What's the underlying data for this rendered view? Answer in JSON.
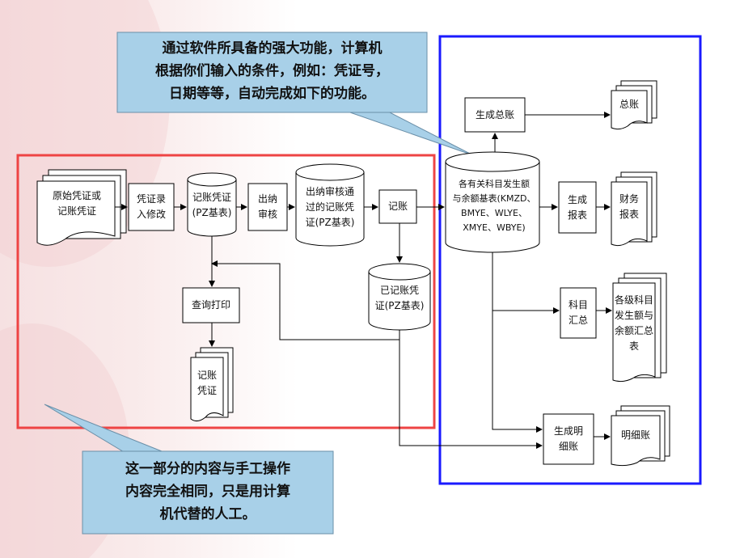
{
  "callout_top": "通过软件所具备的强大功能，计算机\n根据你们输入的条件，例如：凭证号，\n日期等等，自动完成如下的功能。",
  "callout_bottom": "这一部分的内容与手工操作\n内容完全相同，只是用计算\n机代替的人工。",
  "nodes": {
    "source_voucher": "原始凭证或\n记账凭证",
    "voucher_entry": "凭证录\n入修改",
    "voucher_db": "记账凭证\n(PZ基表)",
    "cashier_audit": "出纳\n审核",
    "audited_db": "出纳审核通\n过的记账凭\n证(PZ基表)",
    "post": "记账",
    "posted_db": "已记账凭\n证(PZ基表)",
    "query_print": "查询打印",
    "voucher_doc": "记账\n凭证",
    "balance_db": "各有关科目发生额\n与余额基表(KMZD、\nBMYE、WLYE、\nXMYE、WBYE)",
    "gen_ledger": "生成总账",
    "ledger_doc": "总账",
    "gen_report": "生成\n报表",
    "report_doc": "财务\n报表",
    "summary": "科目\n汇总",
    "summary_doc": "各级科目\n发生额与\n余额汇总\n表",
    "gen_detail": "生成明\n细账",
    "detail_doc": "明细账"
  },
  "colors": {
    "manual_frame": "#ee4444",
    "computer_frame": "#1a1aff",
    "callout_fill": "#a8d0e8"
  }
}
